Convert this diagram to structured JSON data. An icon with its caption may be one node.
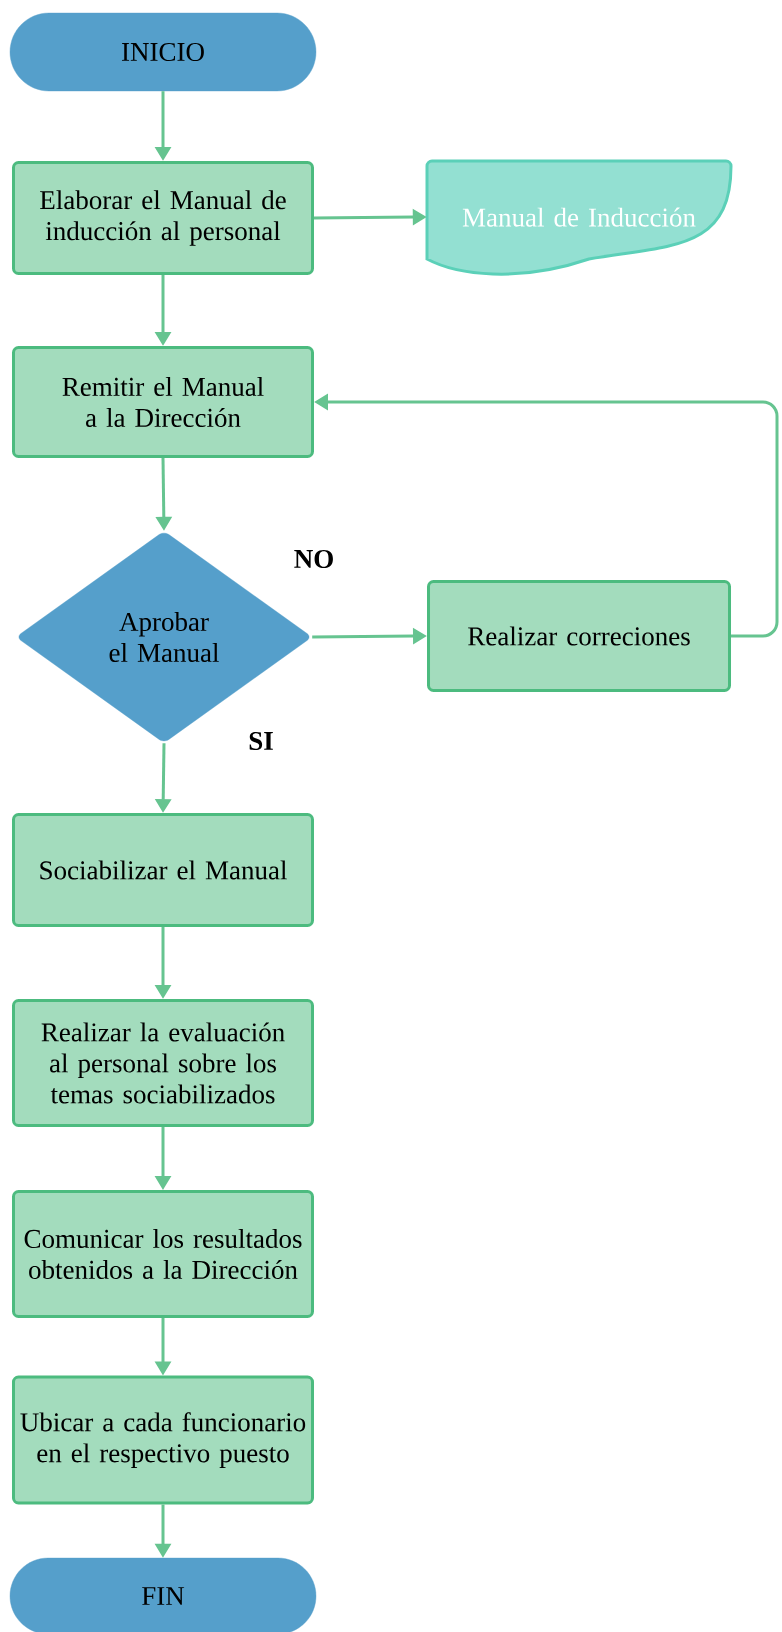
{
  "diagram": {
    "nodes": [
      {
        "text": [
          "INICIO"
        ]
      },
      {
        "text": [
          "Elaborar el Manual de inducción al personal"
        ]
      },
      {
        "text": [
          "Manual de Inducción"
        ]
      },
      {
        "text": [
          "Remitir el Manual a la Dirección"
        ]
      },
      {
        "text": [
          "Aprobar el Manual"
        ]
      },
      {
        "text": [
          "Realizar correciones"
        ]
      },
      {
        "text": [
          "Sociabilizar el Manual"
        ]
      },
      {
        "text": [
          "Realizar la evaluación al personal sobre los temas sociabilizados"
        ]
      },
      {
        "text": [
          "Comunicar los resultados obtenidos a la Dirección"
        ]
      },
      {
        "text": [
          "Ubicar a cada funcionario en el respectivo puesto"
        ]
      },
      {
        "text": [
          "FIN"
        ]
      }
    ],
    "edges": [
      {
        "from": 0,
        "to": 1,
        "arrow": "to"
      },
      {
        "from": 1,
        "to": 2,
        "arrow": "to"
      },
      {
        "from": 1,
        "to": 3,
        "arrow": "to"
      },
      {
        "from": 3,
        "to": 4,
        "arrow": "to"
      },
      {
        "from": 4,
        "to": 5,
        "arrow": "to",
        "label": "NO"
      },
      {
        "from": 5,
        "to": 3,
        "arrow": "to"
      },
      {
        "from": 4,
        "to": 6,
        "arrow": "to",
        "label": "SI"
      },
      {
        "from": 6,
        "to": 7,
        "arrow": "to"
      },
      {
        "from": 7,
        "to": 8,
        "arrow": "to"
      },
      {
        "from": 8,
        "to": 9,
        "arrow": "to"
      },
      {
        "from": 9,
        "to": 10,
        "arrow": "to"
      }
    ]
  }
}
